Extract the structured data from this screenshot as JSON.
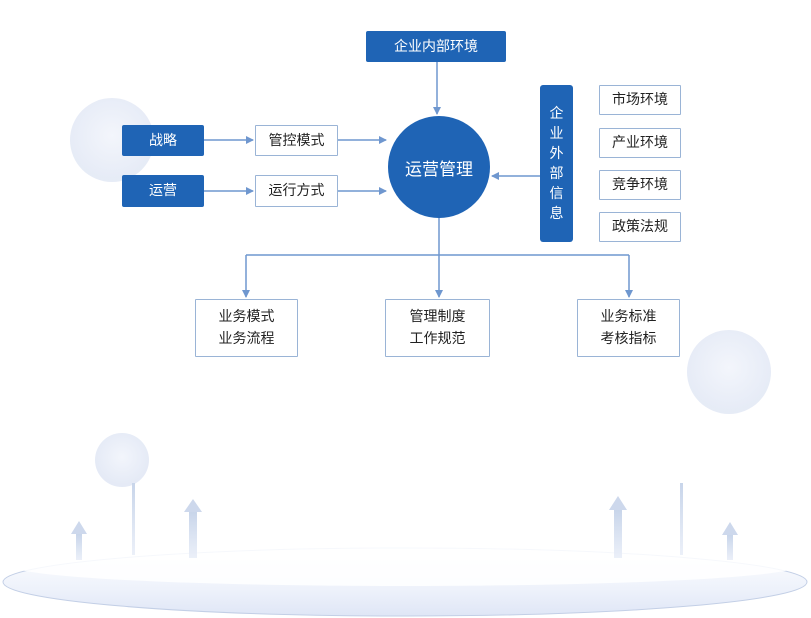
{
  "colors": {
    "primary": "#1f64b5",
    "connector": "#6f97cf",
    "outline_border": "#9ab4d6",
    "text_dark": "#222222"
  },
  "diagram": {
    "top_box": "企业内部环境",
    "left_inputs": [
      "战略",
      "运营"
    ],
    "left_middle": [
      "管控模式",
      "运行方式"
    ],
    "center": "运营管理",
    "external_label_chars": [
      "企",
      "业",
      "外",
      "部",
      "信",
      "息"
    ],
    "external_items": [
      "市场环境",
      "产业环境",
      "竞争环境",
      "政策法规"
    ],
    "outputs": [
      {
        "line1": "业务模式",
        "line2": "业务流程"
      },
      {
        "line1": "管理制度",
        "line2": "工作规范"
      },
      {
        "line1": "业务标准",
        "line2": "考核指标"
      }
    ]
  }
}
